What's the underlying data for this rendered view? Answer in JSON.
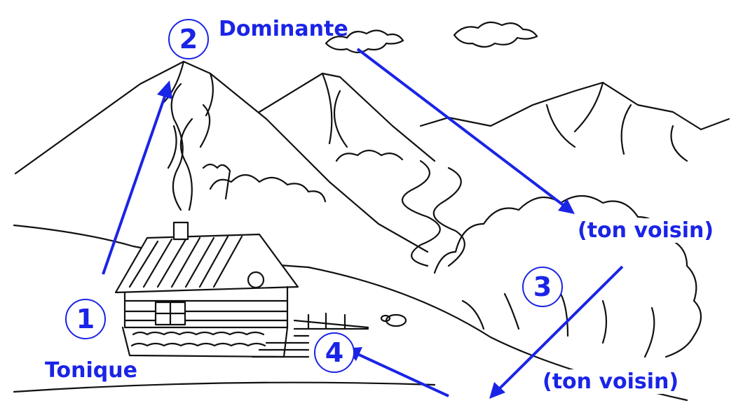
{
  "markers": [
    {
      "id": "1",
      "label": "Tonique"
    },
    {
      "id": "2",
      "label": "Dominante"
    },
    {
      "id": "3",
      "label": "(ton voisin)"
    },
    {
      "id": "4",
      "label": "(ton voisin)"
    }
  ],
  "colors": {
    "accent": "#1a24e6",
    "line": "#111111"
  }
}
